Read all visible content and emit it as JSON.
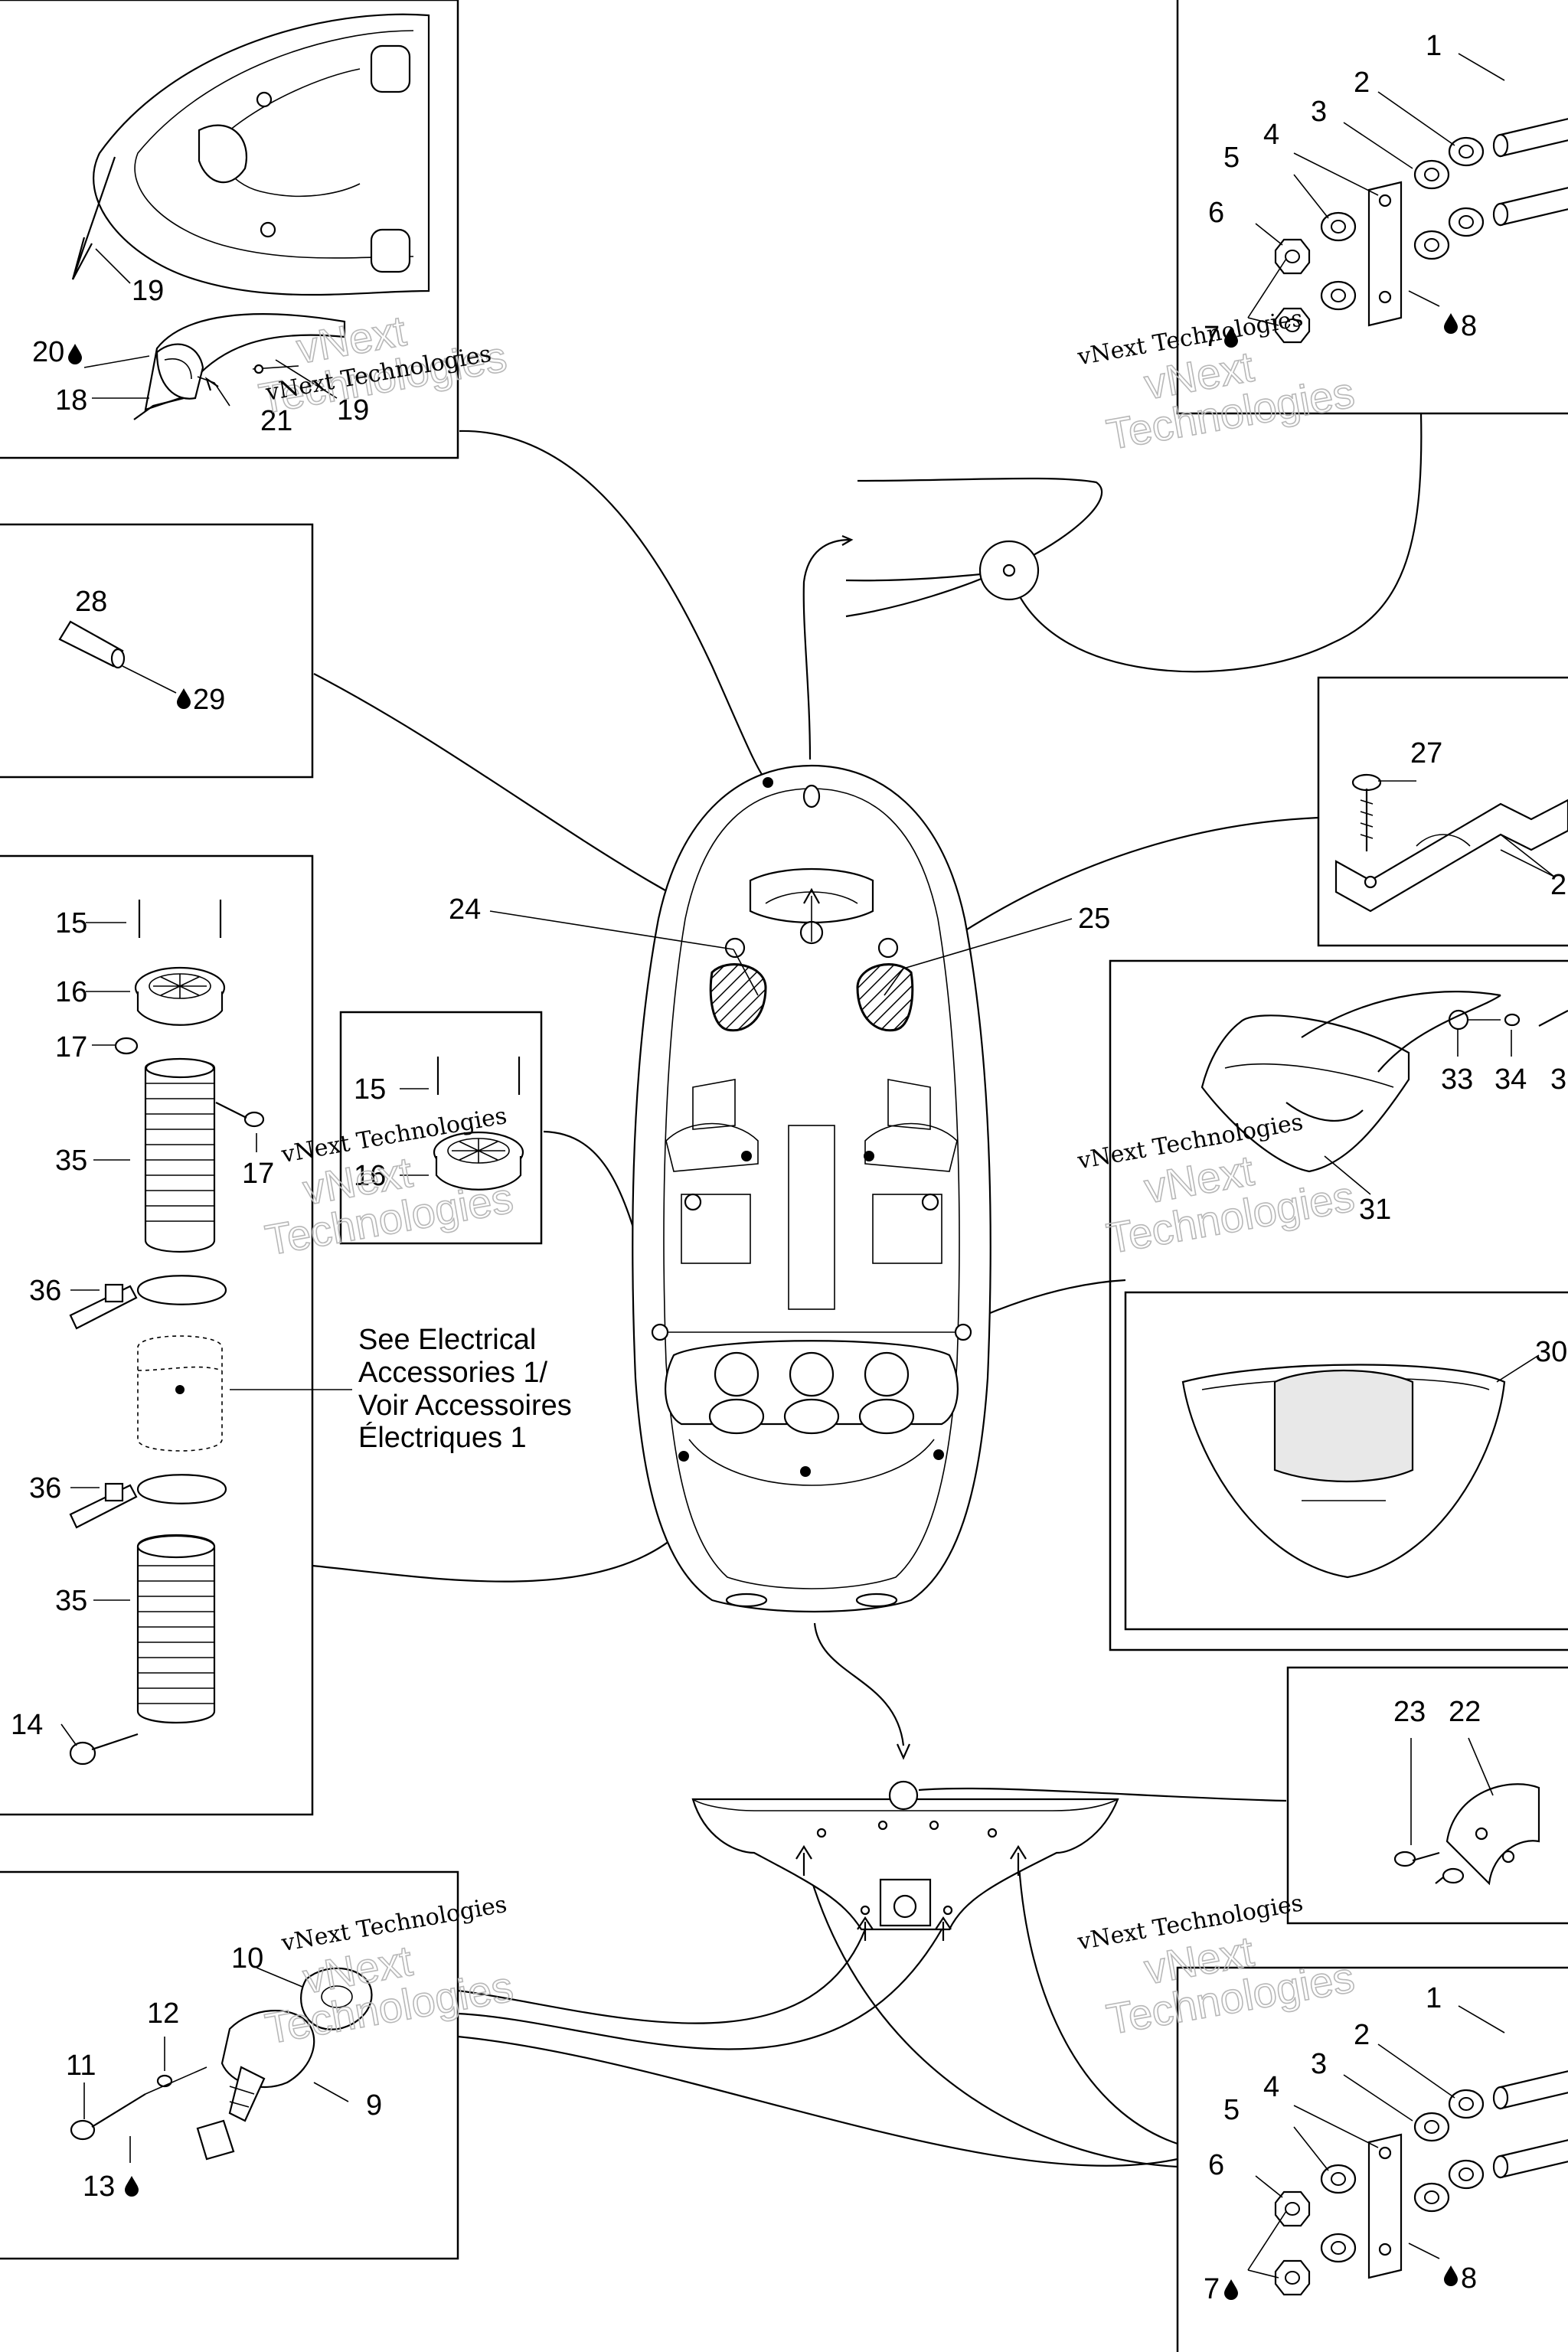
{
  "watermark": {
    "line1": "vNext Technologies",
    "line2": "vNext\nTechnologies"
  },
  "callouts": {
    "c1": "1",
    "c2": "2",
    "c3": "3",
    "c4": "4",
    "c5": "5",
    "c6": "6",
    "c7": "7",
    "c8": "8",
    "c9": "9",
    "c10": "10",
    "c11": "11",
    "c12": "12",
    "c13": "13",
    "c14": "14",
    "c15": "15",
    "c16": "16",
    "c17": "17",
    "c18": "18",
    "c19": "19",
    "c20": "20",
    "c21": "21",
    "c22": "22",
    "c23": "23",
    "c24": "24",
    "c25": "25",
    "c26": "2",
    "c27": "27",
    "c28": "28",
    "c29": "29",
    "c30": "30",
    "c31": "31",
    "c33": "33",
    "c34": "34",
    "c35": "35",
    "c36": "36",
    "c3x": "3"
  },
  "note": {
    "line1": "See Electrical",
    "line2": "Accessories 1/",
    "line3": "Voir Accessoires",
    "line4": "Électriques 1"
  },
  "drop_symbol": "sealant-drop-icon"
}
